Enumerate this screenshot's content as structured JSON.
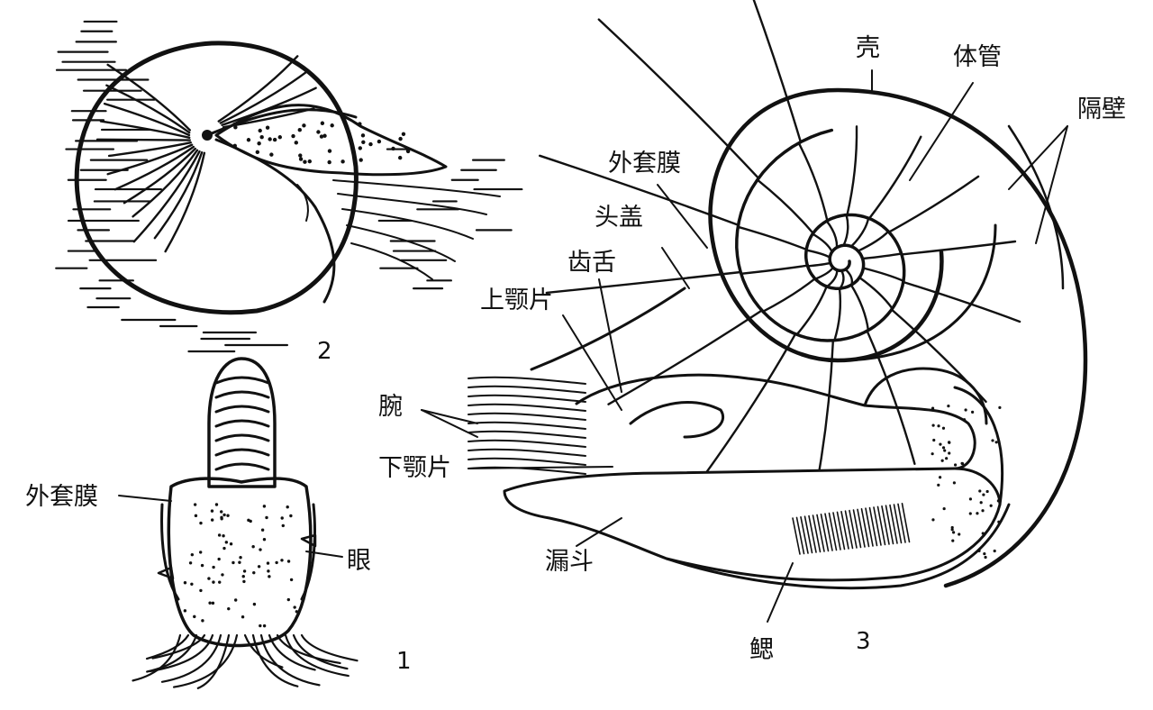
{
  "figure1": {
    "number": "1",
    "labels": {
      "outer_mantle": "外套膜",
      "eye": "眼"
    }
  },
  "figure2": {
    "number": "2"
  },
  "figure3": {
    "number": "3",
    "labels": {
      "shell": "壳",
      "siphuncle": "体管",
      "septum": "隔壁",
      "outer_mantle": "外套膜",
      "hood": "头盖",
      "radula": "齿舌",
      "upper_jaw": "上颚片",
      "arms": "腕",
      "lower_jaw": "下颚片",
      "funnel": "漏斗",
      "gill": "鳃"
    }
  }
}
